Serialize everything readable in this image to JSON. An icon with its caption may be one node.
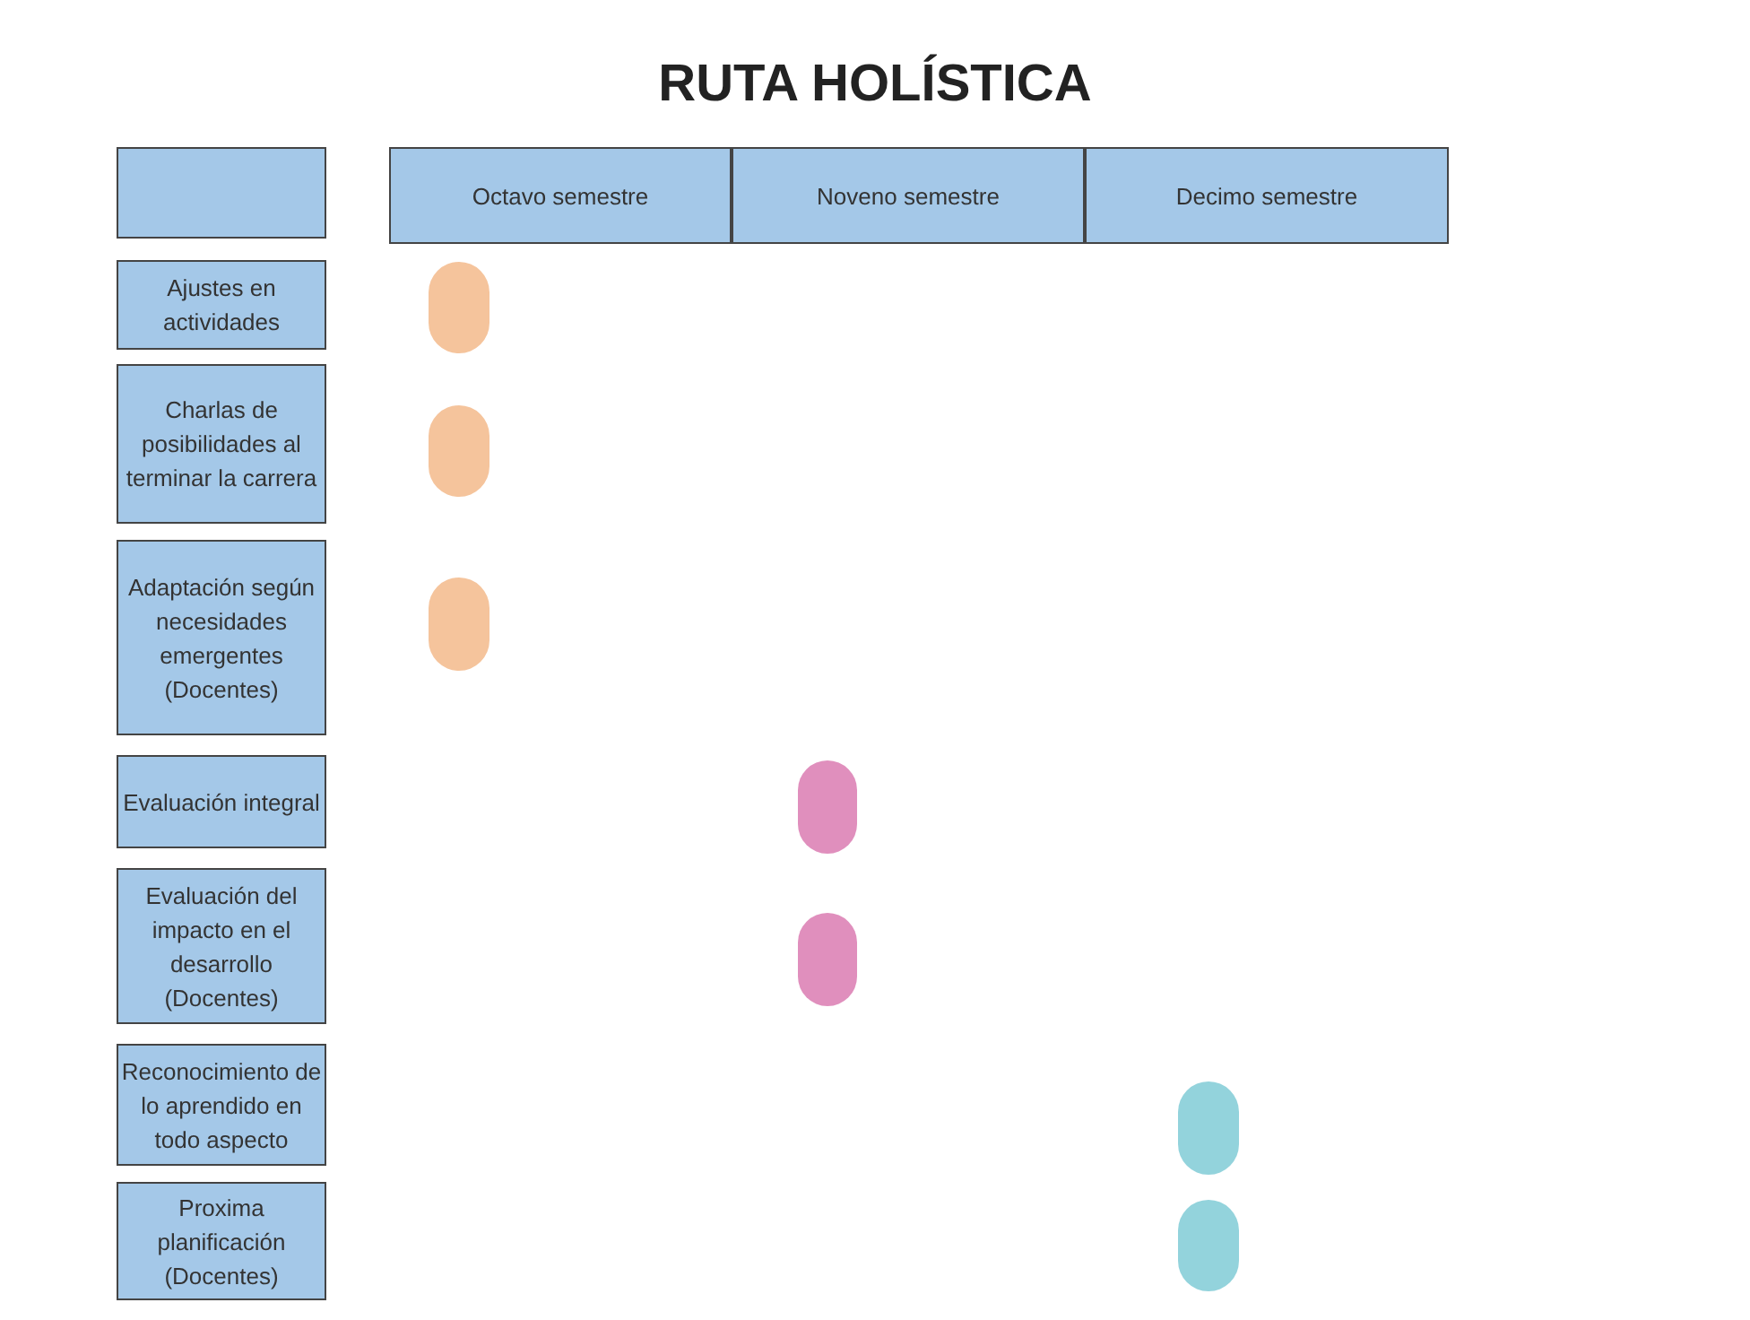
{
  "diagram": {
    "title": "RUTA HOLÍSTICA",
    "nodes": [
      {
        "text": [],
        "shape": "box"
      },
      {
        "text": [
          "Octavo semestre"
        ]
      },
      {
        "text": [
          "Noveno semestre"
        ]
      },
      {
        "text": [
          "Decimo semestre"
        ]
      },
      {
        "text": [
          "Ajustes en actividades"
        ]
      },
      {
        "text": [
          "Charlas de posibilidades al terminar la carrera"
        ]
      },
      {
        "text": [
          "Adaptación según necesidades emergentes (Docentes)"
        ]
      },
      {
        "text": [
          "Evaluación integral"
        ]
      },
      {
        "text": [
          "Evaluación del impacto en el desarrollo (Docentes)"
        ]
      },
      {
        "text": [
          "Reconocimiento de lo aprendido en todo aspecto"
        ]
      },
      {
        "text": [
          "Proxima planificación (Docentes)"
        ]
      },
      {
        "text": [],
        "shape": "pill"
      },
      {
        "text": [],
        "shape": "pill"
      },
      {
        "text": [],
        "shape": "pill"
      },
      {
        "text": [],
        "shape": "pill"
      },
      {
        "text": [],
        "shape": "pill"
      },
      {
        "text": [],
        "shape": "pill"
      },
      {
        "text": [],
        "shape": "pill"
      }
    ],
    "edges": []
  }
}
